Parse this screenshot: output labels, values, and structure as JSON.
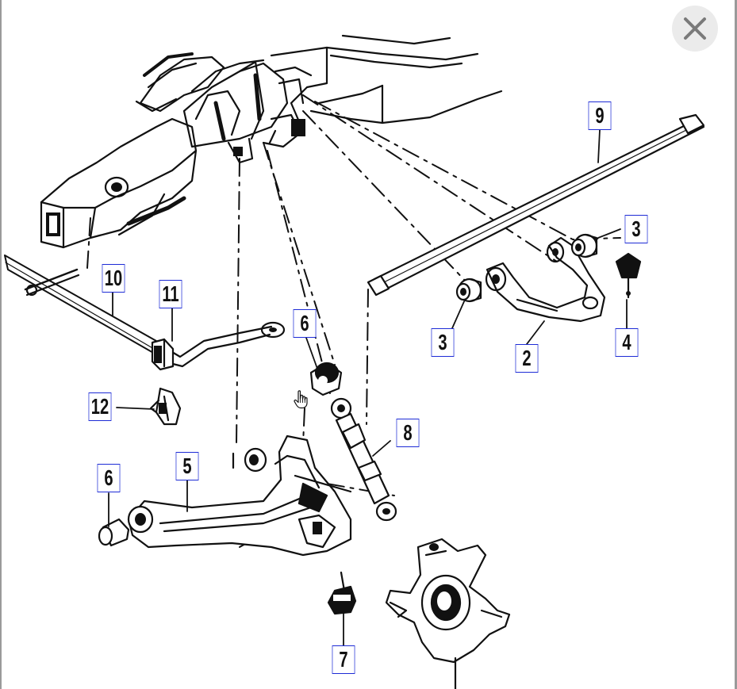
{
  "viewer": {
    "close_icon": "close-icon",
    "pointer_icon": "hand-pointer-icon"
  },
  "callouts": [
    "9",
    "3",
    "10",
    "11",
    "6",
    "3",
    "4",
    "2",
    "12",
    "8",
    "5",
    "6",
    "7"
  ],
  "colors": {
    "callout_border": "#1d2bd6",
    "line_art": "#111111",
    "close_bg": "#ebebeb",
    "close_glyph": "#7a7a7a"
  }
}
